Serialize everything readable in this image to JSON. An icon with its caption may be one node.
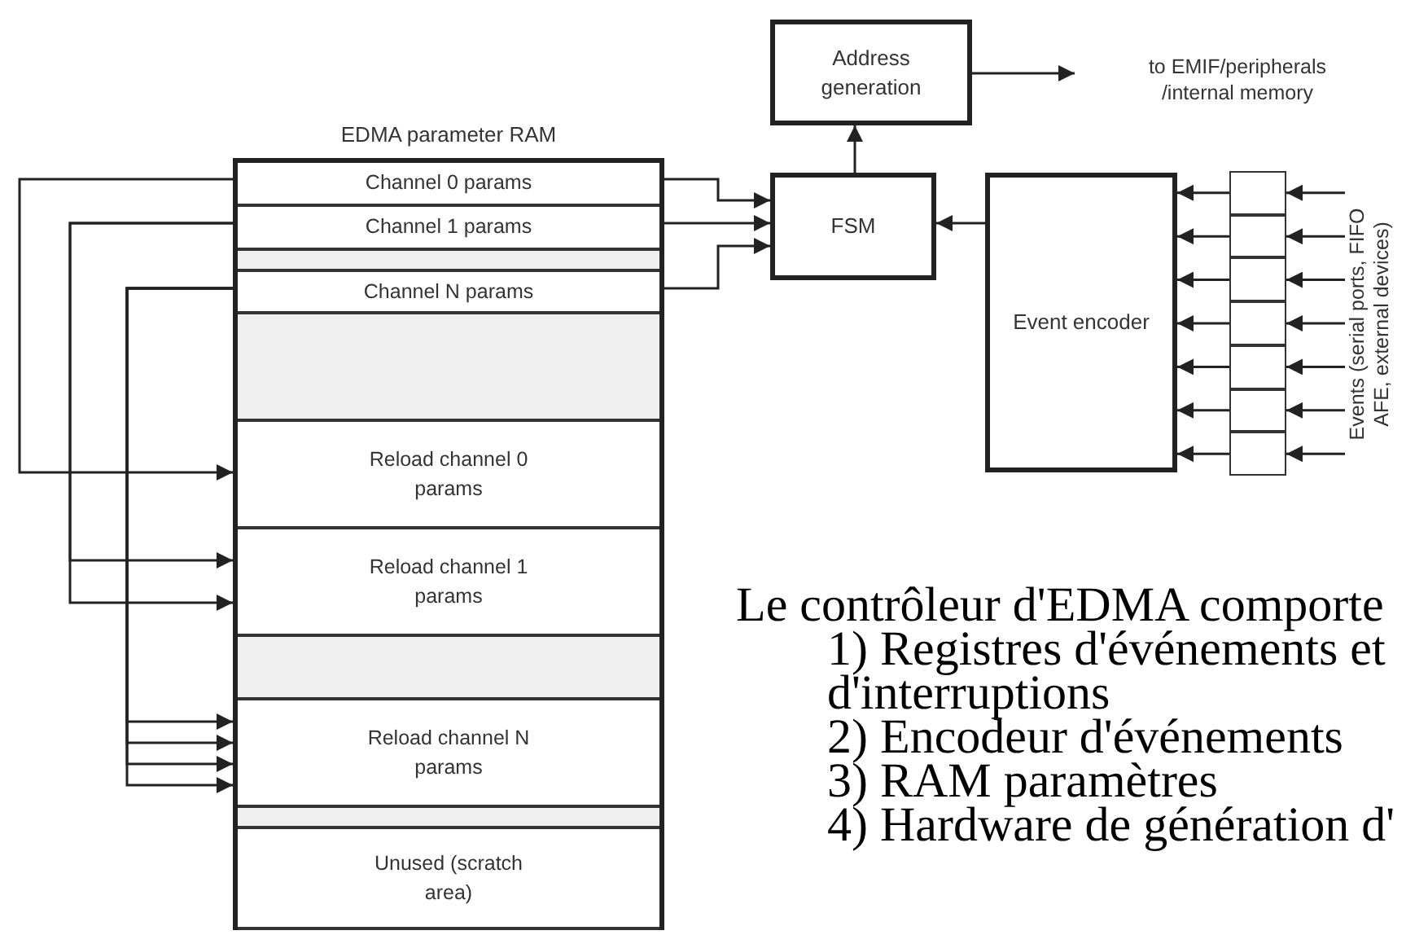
{
  "diagram": {
    "nodes": [
      {
        "text": [
          "EDMA parameter RAM"
        ]
      },
      {
        "text": [
          "Channel 0 params"
        ],
        "in": 0
      },
      {
        "text": [
          "Channel 1 params"
        ],
        "in": 0
      },
      {
        "text": [],
        "shape": "box",
        "in": 0
      },
      {
        "text": [
          "Channel N params"
        ],
        "in": 0
      },
      {
        "text": [],
        "shape": "box",
        "in": 0
      },
      {
        "text": [
          "Reload channel 0 params"
        ],
        "in": 0
      },
      {
        "text": [
          "Reload channel 1 params"
        ],
        "in": 0
      },
      {
        "text": [],
        "shape": "box",
        "in": 0
      },
      {
        "text": [
          "Reload channel N params"
        ],
        "in": 0
      },
      {
        "text": [],
        "shape": "box",
        "in": 0
      },
      {
        "text": [
          "Unused (scratch area)"
        ],
        "in": 0
      },
      {
        "text": [
          "FSM"
        ]
      },
      {
        "text": [
          "Address generation"
        ]
      },
      {
        "text": [
          "to EMIF/peripherals /internal memory"
        ]
      },
      {
        "text": [
          "Event encoder"
        ]
      },
      {
        "text": [],
        "shape": "box"
      },
      {
        "text": [],
        "shape": "box"
      },
      {
        "text": [],
        "shape": "box"
      },
      {
        "text": [],
        "shape": "box"
      },
      {
        "text": [],
        "shape": "box"
      },
      {
        "text": [],
        "shape": "box"
      },
      {
        "text": [],
        "shape": "box"
      },
      {
        "text": [
          "Events (serial ports, FIFO AFE, external devices)"
        ]
      }
    ],
    "edges": [
      {
        "from": 1,
        "to": 6,
        "arrow": "to"
      },
      {
        "from": 2,
        "to": 7,
        "arrow": "to"
      },
      {
        "from": 2,
        "to": 7,
        "arrow": "to"
      },
      {
        "from": 4,
        "to": 9,
        "arrow": "to"
      },
      {
        "from": 4,
        "to": 9,
        "arrow": "to"
      },
      {
        "from": 4,
        "to": 9,
        "arrow": "to"
      },
      {
        "from": 4,
        "to": 9,
        "arrow": "to"
      },
      {
        "from": 1,
        "to": 12,
        "arrow": "to"
      },
      {
        "from": 2,
        "to": 12,
        "arrow": "to"
      },
      {
        "from": 4,
        "to": 12,
        "arrow": "to"
      },
      {
        "from": 12,
        "to": 13,
        "arrow": "to"
      },
      {
        "from": 13,
        "to": 14,
        "arrow": "to"
      },
      {
        "from": 15,
        "to": 12,
        "arrow": "to"
      },
      {
        "from": 16,
        "to": 15,
        "arrow": "to"
      },
      {
        "from": 17,
        "to": 15,
        "arrow": "to"
      },
      {
        "from": 18,
        "to": 15,
        "arrow": "to"
      },
      {
        "from": 19,
        "to": 15,
        "arrow": "to"
      },
      {
        "from": 20,
        "to": 15,
        "arrow": "to"
      },
      {
        "from": 21,
        "to": 15,
        "arrow": "to"
      },
      {
        "from": 22,
        "to": 15,
        "arrow": "to"
      },
      {
        "from": 23,
        "to": 16,
        "arrow": "to"
      },
      {
        "from": 23,
        "to": 17,
        "arrow": "to"
      },
      {
        "from": 23,
        "to": 18,
        "arrow": "to"
      },
      {
        "from": 23,
        "to": 19,
        "arrow": "to"
      },
      {
        "from": 23,
        "to": 20,
        "arrow": "to"
      },
      {
        "from": 23,
        "to": 21,
        "arrow": "to"
      },
      {
        "from": 23,
        "to": 22,
        "arrow": "to"
      }
    ],
    "labels": [
      "Le contrôleur d'EDMA comporte",
      "1) Registres d'événements et d'interruptions",
      "2) Encodeur d'événements",
      "3) RAM paramètres",
      "4) Hardware de génération d'"
    ]
  }
}
